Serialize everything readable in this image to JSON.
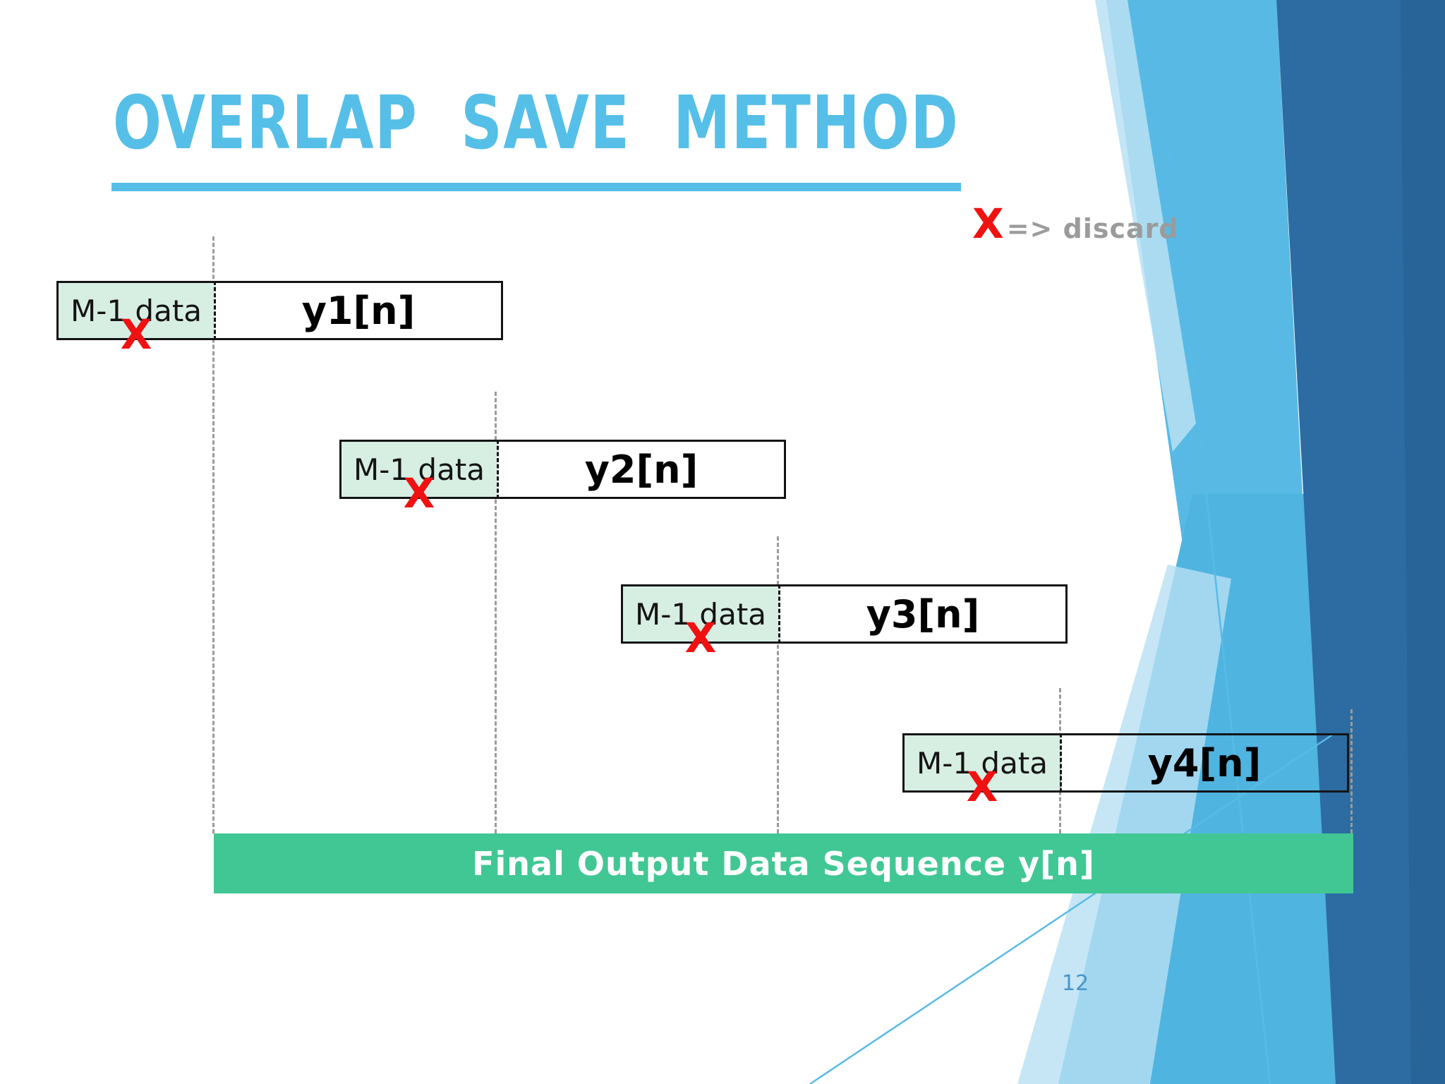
{
  "slide": {
    "title": "OVERLAP SAVE METHOD",
    "legend": {
      "discard_symbol": "X",
      "discard_text": "=> discard"
    },
    "blocks": [
      {
        "overlap_label": "M-1 data",
        "output_label": "y1[n]",
        "discard_mark": "X"
      },
      {
        "overlap_label": "M-1 data",
        "output_label": "y2[n]",
        "discard_mark": "X"
      },
      {
        "overlap_label": "M-1 data",
        "output_label": "y3[n]",
        "discard_mark": "X"
      },
      {
        "overlap_label": "M-1 data",
        "output_label": "y4[n]",
        "discard_mark": "X"
      }
    ],
    "final_output_bar": "Final Output Data Sequence y[n]",
    "page_number": "12",
    "colors": {
      "title_blue": "#56BFE8",
      "overlap_fill_green": "#D7EEE3",
      "final_bar_green": "#41C794",
      "discard_red": "#F01111",
      "legend_gray": "#9B9B9B",
      "box_border_black": "#141414",
      "guide_line_gray": "#9B9B9B",
      "decor_medium_blue": "#58BAE4",
      "decor_pale_blue": "#B8E0F3",
      "decor_dark_blue": "#2C6CA2",
      "page_number_blue": "#4795CB"
    }
  }
}
